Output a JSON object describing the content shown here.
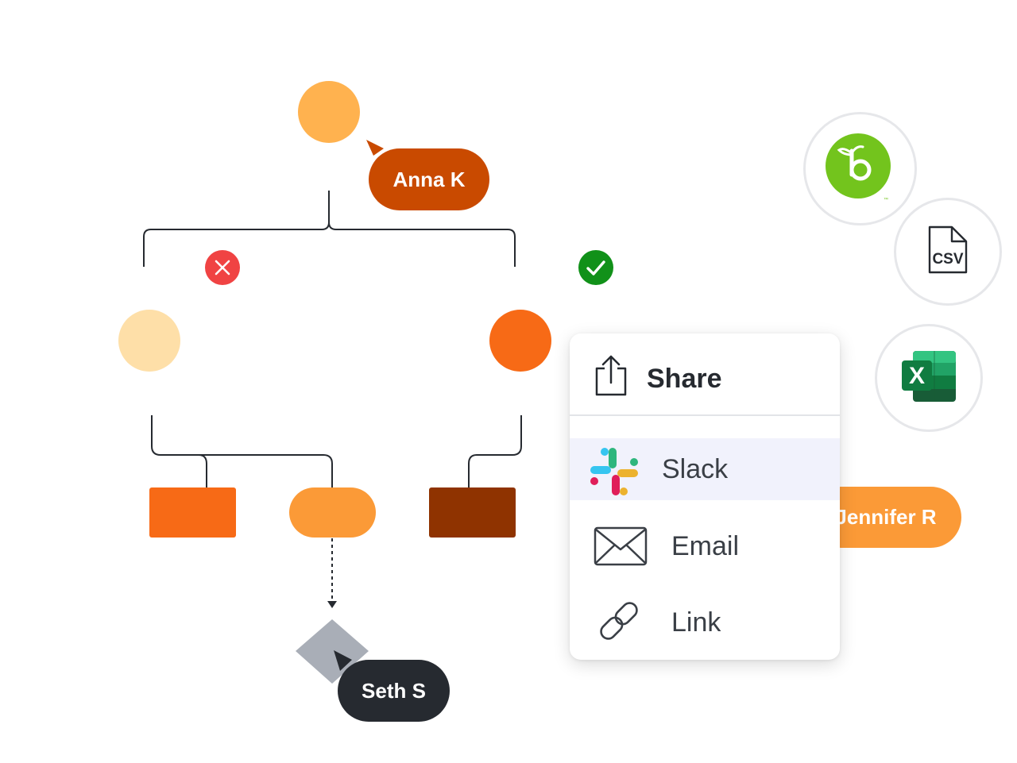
{
  "collaborators": [
    {
      "name": "Anna K",
      "color": "#C94A00"
    },
    {
      "name": "Jennifer R",
      "color": "#FB9A37"
    },
    {
      "name": "Seth S",
      "color": "#262A30"
    }
  ],
  "share_panel": {
    "title": "Share",
    "items": [
      {
        "label": "Slack",
        "icon": "slack-icon",
        "highlighted": true
      },
      {
        "label": "Email",
        "icon": "envelope-icon",
        "highlighted": false
      },
      {
        "label": "Link",
        "icon": "link-icon",
        "highlighted": false
      }
    ]
  },
  "export_options": [
    {
      "icon": "bamboohr-icon",
      "color": "#73C41D"
    },
    {
      "icon": "csv-file-icon",
      "text": "CSV"
    },
    {
      "icon": "excel-icon",
      "text": "X",
      "color": "#107C41"
    }
  ],
  "diagram": {
    "node_colors": {
      "root": "#FFB24F",
      "left_child": "#FEDFA8",
      "right_child": "#F76A16",
      "rect_left": "#F76A16",
      "pill_middle": "#FB9A37",
      "rect_right": "#8F3300",
      "diamond": "#A9AEB7"
    },
    "status": {
      "reject": "#F04343",
      "approve": "#119119"
    }
  }
}
